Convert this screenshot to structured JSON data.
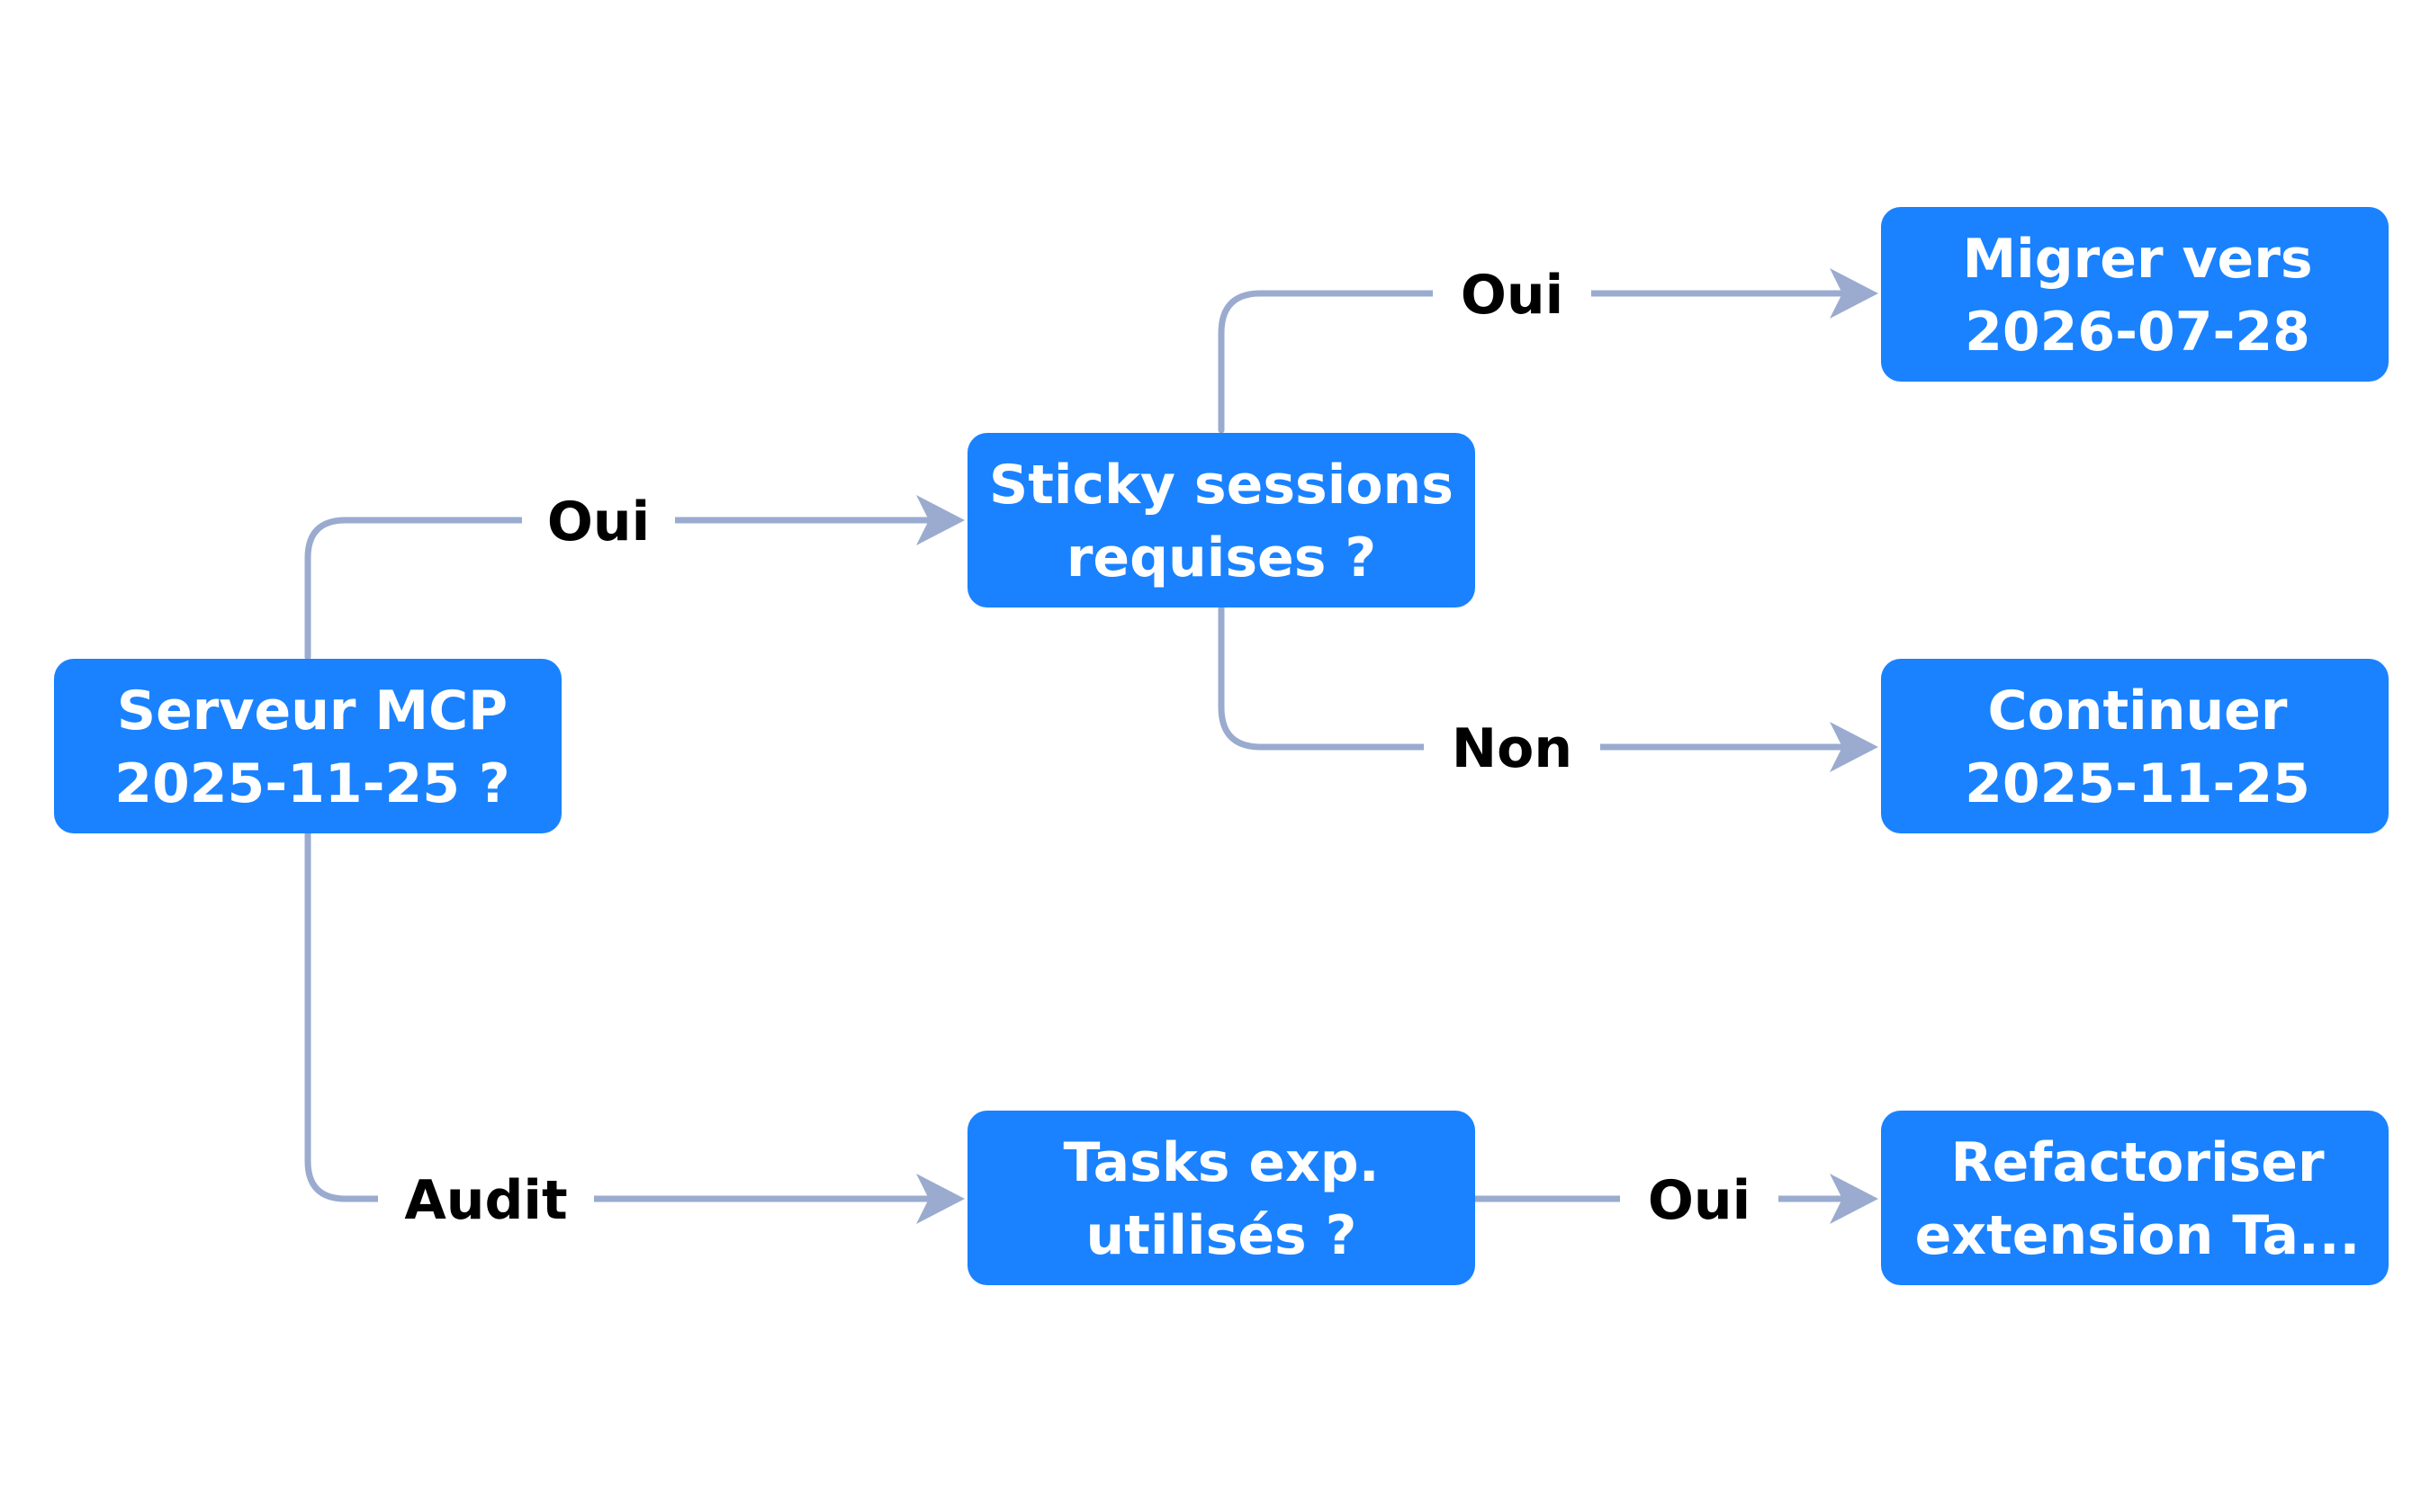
{
  "diagram": {
    "type": "decision-flowchart",
    "colors": {
      "node_fill": "#1a82ff",
      "node_text": "#ffffff",
      "edge": "#9aabcf",
      "edge_label": "#000000",
      "background": "#ffffff"
    },
    "nodes": {
      "root": {
        "line1": "Serveur MCP",
        "line2": "2025-11-25 ?"
      },
      "sticky": {
        "line1": "Sticky sessions",
        "line2": "requises ?"
      },
      "tasks": {
        "line1": "Tasks exp.",
        "line2": "utilisés ?"
      },
      "migrate": {
        "line1": "Migrer vers",
        "line2": "2026-07-28"
      },
      "continue": {
        "line1": "Continuer",
        "line2": "2025-11-25"
      },
      "refactor": {
        "line1": "Refactoriser",
        "line2": "extension Ta..."
      }
    },
    "edges": {
      "root_sticky": {
        "from": "root",
        "to": "sticky",
        "label": "Oui"
      },
      "root_tasks": {
        "from": "root",
        "to": "tasks",
        "label": "Audit"
      },
      "sticky_migrate": {
        "from": "sticky",
        "to": "migrate",
        "label": "Oui"
      },
      "sticky_continue": {
        "from": "sticky",
        "to": "continue",
        "label": "Non"
      },
      "tasks_refactor": {
        "from": "tasks",
        "to": "refactor",
        "label": "Oui"
      }
    }
  }
}
